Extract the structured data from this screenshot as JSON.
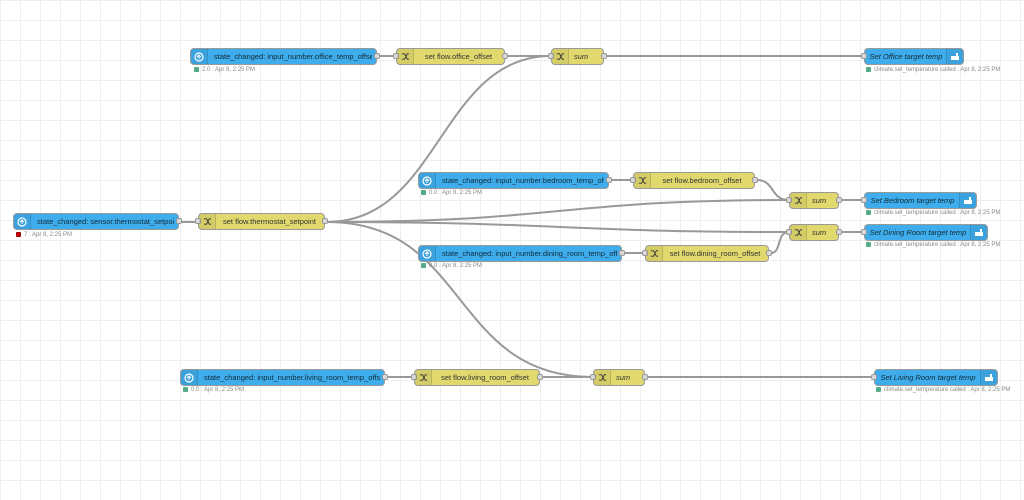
{
  "colors": {
    "ha_blue": "#3fadeb",
    "change_yellow": "#e2d96e",
    "wire": "#999999",
    "status_green": "#5a8",
    "status_red": "#c00"
  },
  "nodes": {
    "office_trigger": {
      "label": "state_changed: input_number.office_temp_offset",
      "status": "2.0 : Apr 8, 2:25 PM",
      "icon": "home-assistant-icon"
    },
    "office_set": {
      "label": "set flow.office_offset",
      "icon": "shuffle-icon"
    },
    "office_sum": {
      "label": "sum",
      "icon": "shuffle-icon"
    },
    "office_action": {
      "label": "Set Office target temp",
      "status": "climate.set_temperature called : Apr 8, 2:25 PM",
      "icon": "service-icon"
    },
    "bedroom_trigger": {
      "label": "state_changed: input_number.bedroom_temp_offset",
      "status": "0.0 : Apr 8, 2:25 PM",
      "icon": "home-assistant-icon"
    },
    "bedroom_set": {
      "label": "set flow.bedroom_offset",
      "icon": "shuffle-icon"
    },
    "bedroom_sum": {
      "label": "sum",
      "icon": "shuffle-icon"
    },
    "bedroom_action": {
      "label": "Set Bedroom target temp",
      "status": "climate.set_temperature called : Apr 8, 2:25 PM",
      "icon": "service-icon"
    },
    "thermo_trigger": {
      "label": "state_changed: sensor.thermostat_setpoint",
      "status": "7 : Apr 8, 2:25 PM",
      "icon": "home-assistant-icon"
    },
    "thermo_set": {
      "label": "set flow.thermostat_setpoint",
      "icon": "shuffle-icon"
    },
    "dining_sum": {
      "label": "sum",
      "icon": "shuffle-icon"
    },
    "dining_action": {
      "label": "Set Dining Room target temp",
      "status": "climate.set_temperature called : Apr 8, 2:25 PM",
      "icon": "service-icon"
    },
    "dining_trigger": {
      "label": "state_changed: input_number.dining_room_temp_offset",
      "status": "0.0 : Apr 8, 2:25 PM",
      "icon": "home-assistant-icon"
    },
    "dining_set": {
      "label": "set flow.dining_room_offset",
      "icon": "shuffle-icon"
    },
    "living_trigger": {
      "label": "state_changed: input_number.living_room_temp_offset",
      "status": "0.0 : Apr 8, 2:25 PM",
      "icon": "home-assistant-icon"
    },
    "living_set": {
      "label": "set flow.living_room_offset",
      "icon": "shuffle-icon"
    },
    "living_sum": {
      "label": "sum",
      "icon": "shuffle-icon"
    },
    "living_action": {
      "label": "Set Living Room target temp",
      "status": "climate.set_temperature called : Apr 8, 2:25 PM",
      "icon": "service-icon"
    }
  }
}
